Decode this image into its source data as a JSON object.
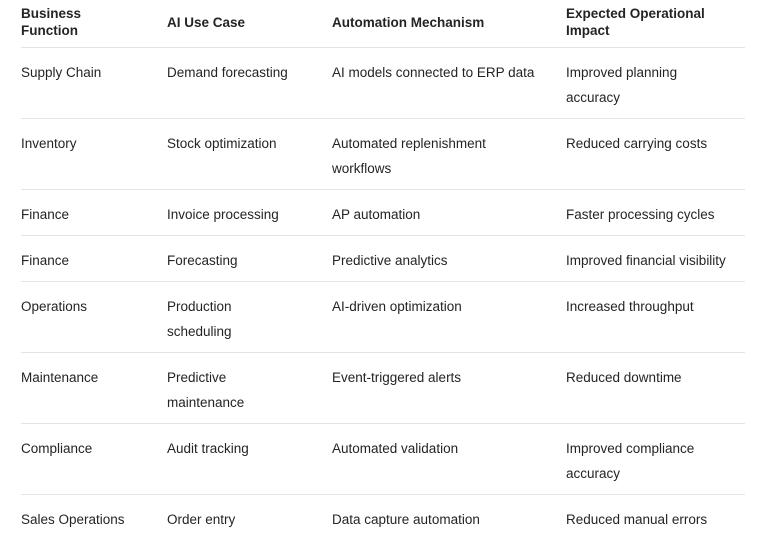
{
  "colors": {
    "text": "#242424",
    "divider": "#e4e4e4",
    "background": "#ffffff"
  },
  "table": {
    "columns": [
      {
        "label": [
          "Business",
          "Function"
        ]
      },
      {
        "label": [
          "AI Use Case"
        ]
      },
      {
        "label": [
          "Automation Mechanism"
        ]
      },
      {
        "label": [
          "Expected Operational",
          "Impact"
        ]
      }
    ],
    "rows": [
      {
        "cells": [
          [
            "Supply Chain"
          ],
          [
            "Demand forecasting"
          ],
          [
            "AI models connected to ERP data"
          ],
          [
            "Improved planning",
            "accuracy"
          ]
        ]
      },
      {
        "cells": [
          [
            "Inventory"
          ],
          [
            "Stock optimization"
          ],
          [
            "Automated replenishment",
            "workflows"
          ],
          [
            "Reduced carrying costs"
          ]
        ]
      },
      {
        "cells": [
          [
            "Finance"
          ],
          [
            "Invoice processing"
          ],
          [
            "AP automation"
          ],
          [
            "Faster processing cycles"
          ]
        ]
      },
      {
        "cells": [
          [
            "Finance"
          ],
          [
            "Forecasting"
          ],
          [
            "Predictive analytics"
          ],
          [
            "Improved financial visibility"
          ]
        ]
      },
      {
        "cells": [
          [
            "Operations"
          ],
          [
            "Production",
            "scheduling"
          ],
          [
            "AI-driven optimization"
          ],
          [
            "Increased throughput"
          ]
        ]
      },
      {
        "cells": [
          [
            "Maintenance"
          ],
          [
            "Predictive",
            "maintenance"
          ],
          [
            "Event-triggered alerts"
          ],
          [
            "Reduced downtime"
          ]
        ]
      },
      {
        "cells": [
          [
            "Compliance"
          ],
          [
            "Audit tracking"
          ],
          [
            "Automated validation"
          ],
          [
            "Improved compliance",
            "accuracy"
          ]
        ]
      },
      {
        "cells": [
          [
            "Sales Operations"
          ],
          [
            "Order entry"
          ],
          [
            "Data capture automation"
          ],
          [
            "Reduced manual errors"
          ]
        ]
      }
    ]
  }
}
